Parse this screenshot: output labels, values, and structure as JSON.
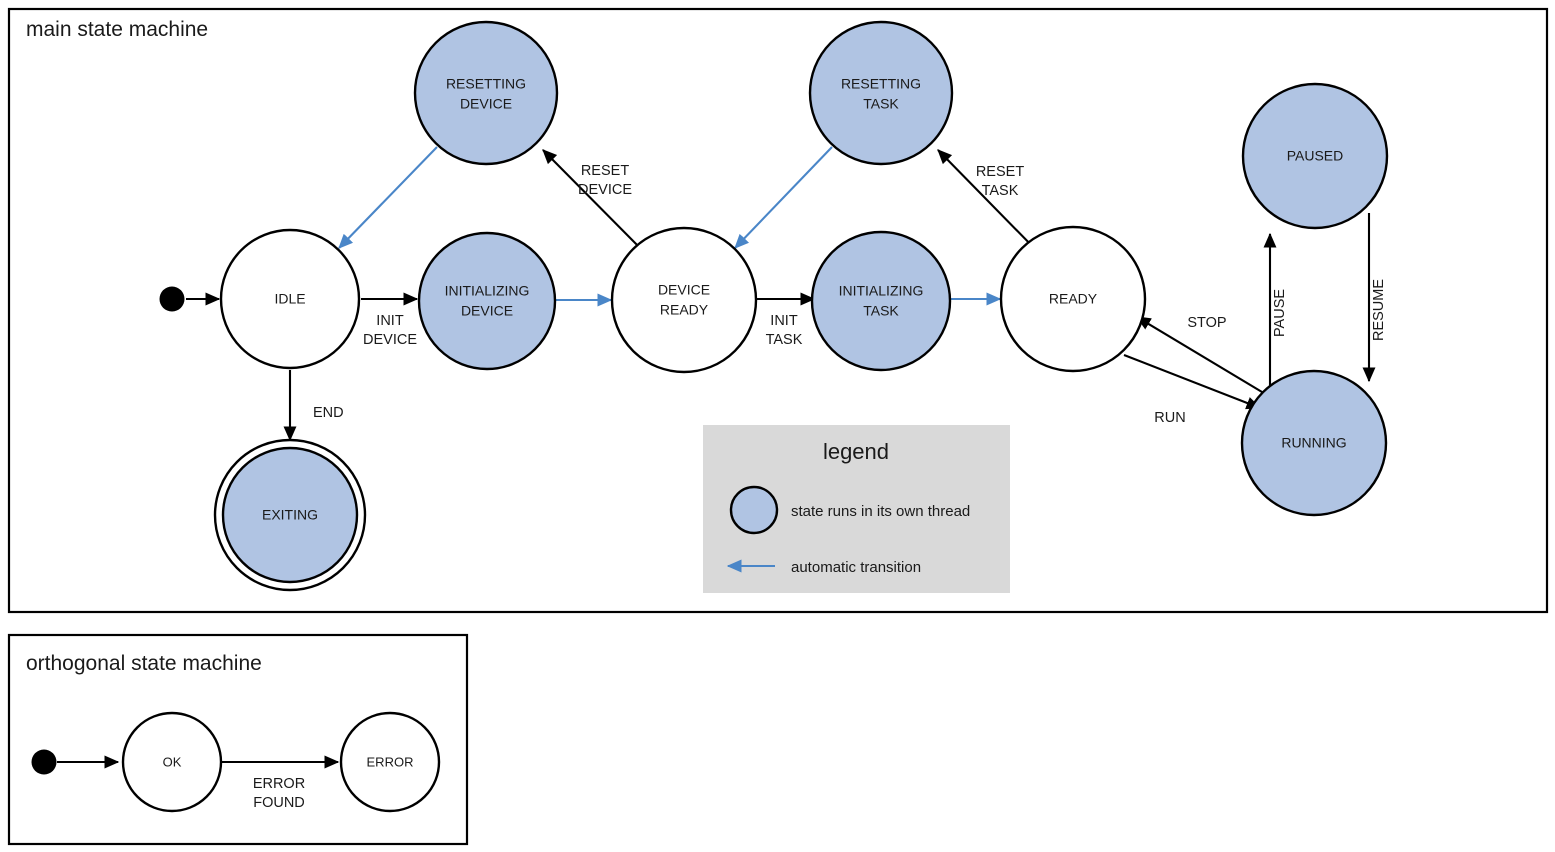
{
  "diagram": {
    "type": "uml-state-machine",
    "colors": {
      "thread_state_fill": "#b0c4e3",
      "plain_state_fill": "#ffffff",
      "stroke": "#000000",
      "auto_transition": "#4a86c8",
      "legend_background": "#d9d9d9"
    }
  },
  "main_machine": {
    "title": "main state machine",
    "states": [
      {
        "id": "idle",
        "label_line1": "IDLE",
        "label_line2": "",
        "threaded": false,
        "final": false
      },
      {
        "id": "resetting-device",
        "label_line1": "RESETTING",
        "label_line2": "DEVICE",
        "threaded": true,
        "final": false
      },
      {
        "id": "initializing-device",
        "label_line1": "INITIALIZING",
        "label_line2": "DEVICE",
        "threaded": true,
        "final": false
      },
      {
        "id": "device-ready",
        "label_line1": "DEVICE",
        "label_line2": "READY",
        "threaded": false,
        "final": false
      },
      {
        "id": "resetting-task",
        "label_line1": "RESETTING",
        "label_line2": "TASK",
        "threaded": true,
        "final": false
      },
      {
        "id": "initializing-task",
        "label_line1": "INITIALIZING",
        "label_line2": "TASK",
        "threaded": true,
        "final": false
      },
      {
        "id": "ready",
        "label_line1": "READY",
        "label_line2": "",
        "threaded": false,
        "final": false
      },
      {
        "id": "paused",
        "label_line1": "PAUSED",
        "label_line2": "",
        "threaded": true,
        "final": false
      },
      {
        "id": "running",
        "label_line1": "RUNNING",
        "label_line2": "",
        "threaded": true,
        "final": false
      },
      {
        "id": "exiting",
        "label_line1": "EXITING",
        "label_line2": "",
        "threaded": true,
        "final": true
      }
    ],
    "transitions": [
      {
        "id": "t-start-idle",
        "from": "start",
        "to": "idle",
        "label_line1": "",
        "label_line2": "",
        "automatic": false
      },
      {
        "id": "t-idle-initdevice",
        "from": "idle",
        "to": "initializing-device",
        "label_line1": "INIT",
        "label_line2": "DEVICE",
        "automatic": false
      },
      {
        "id": "t-idle-exiting",
        "from": "idle",
        "to": "exiting",
        "label_line1": "END",
        "label_line2": "",
        "automatic": false
      },
      {
        "id": "t-resetdev-idle",
        "from": "resetting-device",
        "to": "idle",
        "label_line1": "",
        "label_line2": "",
        "automatic": true
      },
      {
        "id": "t-initdev-devready",
        "from": "initializing-device",
        "to": "device-ready",
        "label_line1": "",
        "label_line2": "",
        "automatic": true
      },
      {
        "id": "t-devready-resetdev",
        "from": "device-ready",
        "to": "resetting-device",
        "label_line1": "RESET",
        "label_line2": "DEVICE",
        "automatic": false
      },
      {
        "id": "t-devready-inittask",
        "from": "device-ready",
        "to": "initializing-task",
        "label_line1": "INIT",
        "label_line2": "TASK",
        "automatic": false
      },
      {
        "id": "t-resettask-devready",
        "from": "resetting-task",
        "to": "device-ready",
        "label_line1": "",
        "label_line2": "",
        "automatic": true
      },
      {
        "id": "t-inittask-ready",
        "from": "initializing-task",
        "to": "ready",
        "label_line1": "",
        "label_line2": "",
        "automatic": true
      },
      {
        "id": "t-ready-resettask",
        "from": "ready",
        "to": "resetting-task",
        "label_line1": "RESET",
        "label_line2": "TASK",
        "automatic": false
      },
      {
        "id": "t-ready-running",
        "from": "ready",
        "to": "running",
        "label_line1": "RUN",
        "label_line2": "",
        "automatic": false
      },
      {
        "id": "t-running-ready",
        "from": "running",
        "to": "ready",
        "label_line1": "STOP",
        "label_line2": "",
        "automatic": false
      },
      {
        "id": "t-running-paused",
        "from": "running",
        "to": "paused",
        "label_line1": "PAUSE",
        "label_line2": "",
        "automatic": false
      },
      {
        "id": "t-paused-running",
        "from": "paused",
        "to": "running",
        "label_line1": "RESUME",
        "label_line2": "",
        "automatic": false
      }
    ]
  },
  "legend": {
    "title": "legend",
    "items": [
      {
        "id": "legend-thread",
        "kind": "circle",
        "text": "state runs in its own thread"
      },
      {
        "id": "legend-auto",
        "kind": "arrow",
        "text": "automatic transition"
      }
    ]
  },
  "orthogonal_machine": {
    "title": "orthogonal state machine",
    "states": [
      {
        "id": "ok",
        "label_line1": "OK",
        "label_line2": "",
        "threaded": false,
        "final": false
      },
      {
        "id": "error",
        "label_line1": "ERROR",
        "label_line2": "",
        "threaded": false,
        "final": false
      }
    ],
    "transitions": [
      {
        "id": "ot-start-ok",
        "from": "start",
        "to": "ok",
        "label_line1": "",
        "label_line2": "",
        "automatic": false
      },
      {
        "id": "ot-ok-error",
        "from": "ok",
        "to": "error",
        "label_line1": "ERROR",
        "label_line2": "FOUND",
        "automatic": false
      }
    ]
  }
}
